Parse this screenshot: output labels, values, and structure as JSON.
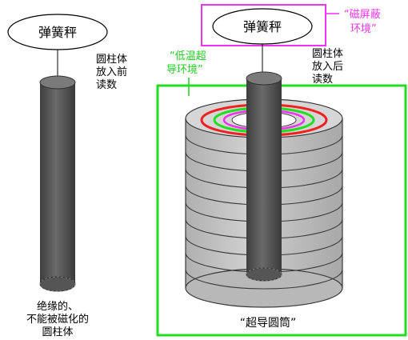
{
  "left": {
    "scale_label": "弹簧秤",
    "reading_lines": [
      "圆柱体",
      "放入前",
      "读数"
    ],
    "cylinder_caption_lines": [
      "绝缘的、",
      "不能被磁化的",
      "圆柱体"
    ]
  },
  "right": {
    "scale_label": "弹簧秤",
    "reading_lines": [
      "圆柱体",
      "放入后",
      "读数"
    ],
    "magnetic_shield_lines": [
      "“磁屏蔽",
      "环境”"
    ],
    "low_temp_lines": [
      "“低温超",
      "导环境”"
    ],
    "tube_caption": "“超导圆筒”"
  },
  "colors": {
    "magenta": "#ee33ee",
    "green": "#22dd22",
    "red": "#ee2222",
    "cylinder": "#5c5c5c",
    "tube_light": "#c4c4c4"
  }
}
